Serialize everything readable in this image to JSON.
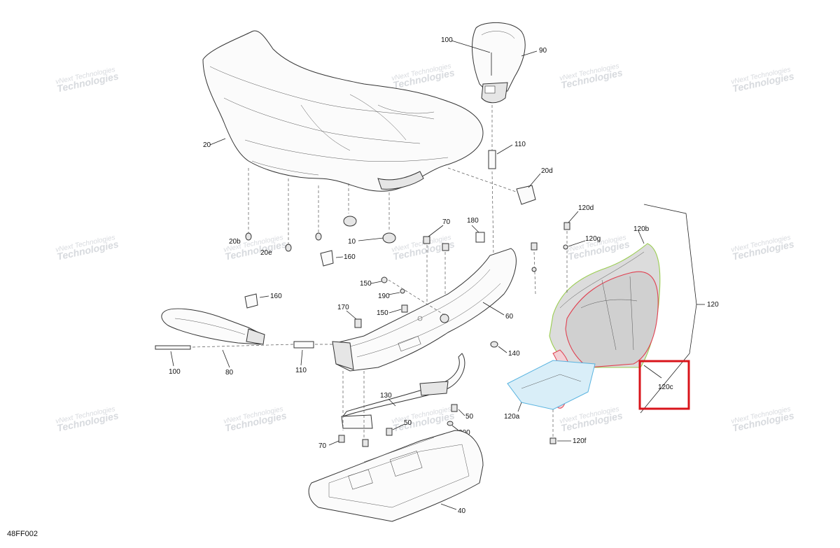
{
  "diagram_id": "48FF002",
  "watermark": {
    "line1": "vNext Technologies",
    "line2": "Technologies"
  },
  "labels": {
    "p100_top": "100",
    "p90": "90",
    "p20": "20",
    "p110_top": "110",
    "p20d": "20d",
    "p20b": "20b",
    "p20e": "20e",
    "p10": "10",
    "p160_a": "160",
    "p160_b": "160",
    "p70_top": "70",
    "p180": "180",
    "p150_a": "150",
    "p190": "190",
    "p150_b": "150",
    "p170": "170",
    "p60": "60",
    "p140": "140",
    "p100_left": "100",
    "p80": "80",
    "p110_mid": "110",
    "p130": "130",
    "p50_a": "50",
    "p50_b": "50",
    "p200": "200",
    "p70_bot": "70",
    "p40": "40",
    "p120d": "120d",
    "p120g": "120g",
    "p120b": "120b",
    "p120": "120",
    "p120c": "120c",
    "p120a": "120a",
    "p120f": "120f"
  },
  "highlight": {
    "part": "120c",
    "color": "#d9141b"
  },
  "colors": {
    "highlight_red": "#d9141b",
    "part_red": "#e04050",
    "part_green": "#9acd50",
    "part_blue": "#5ab4e0"
  }
}
